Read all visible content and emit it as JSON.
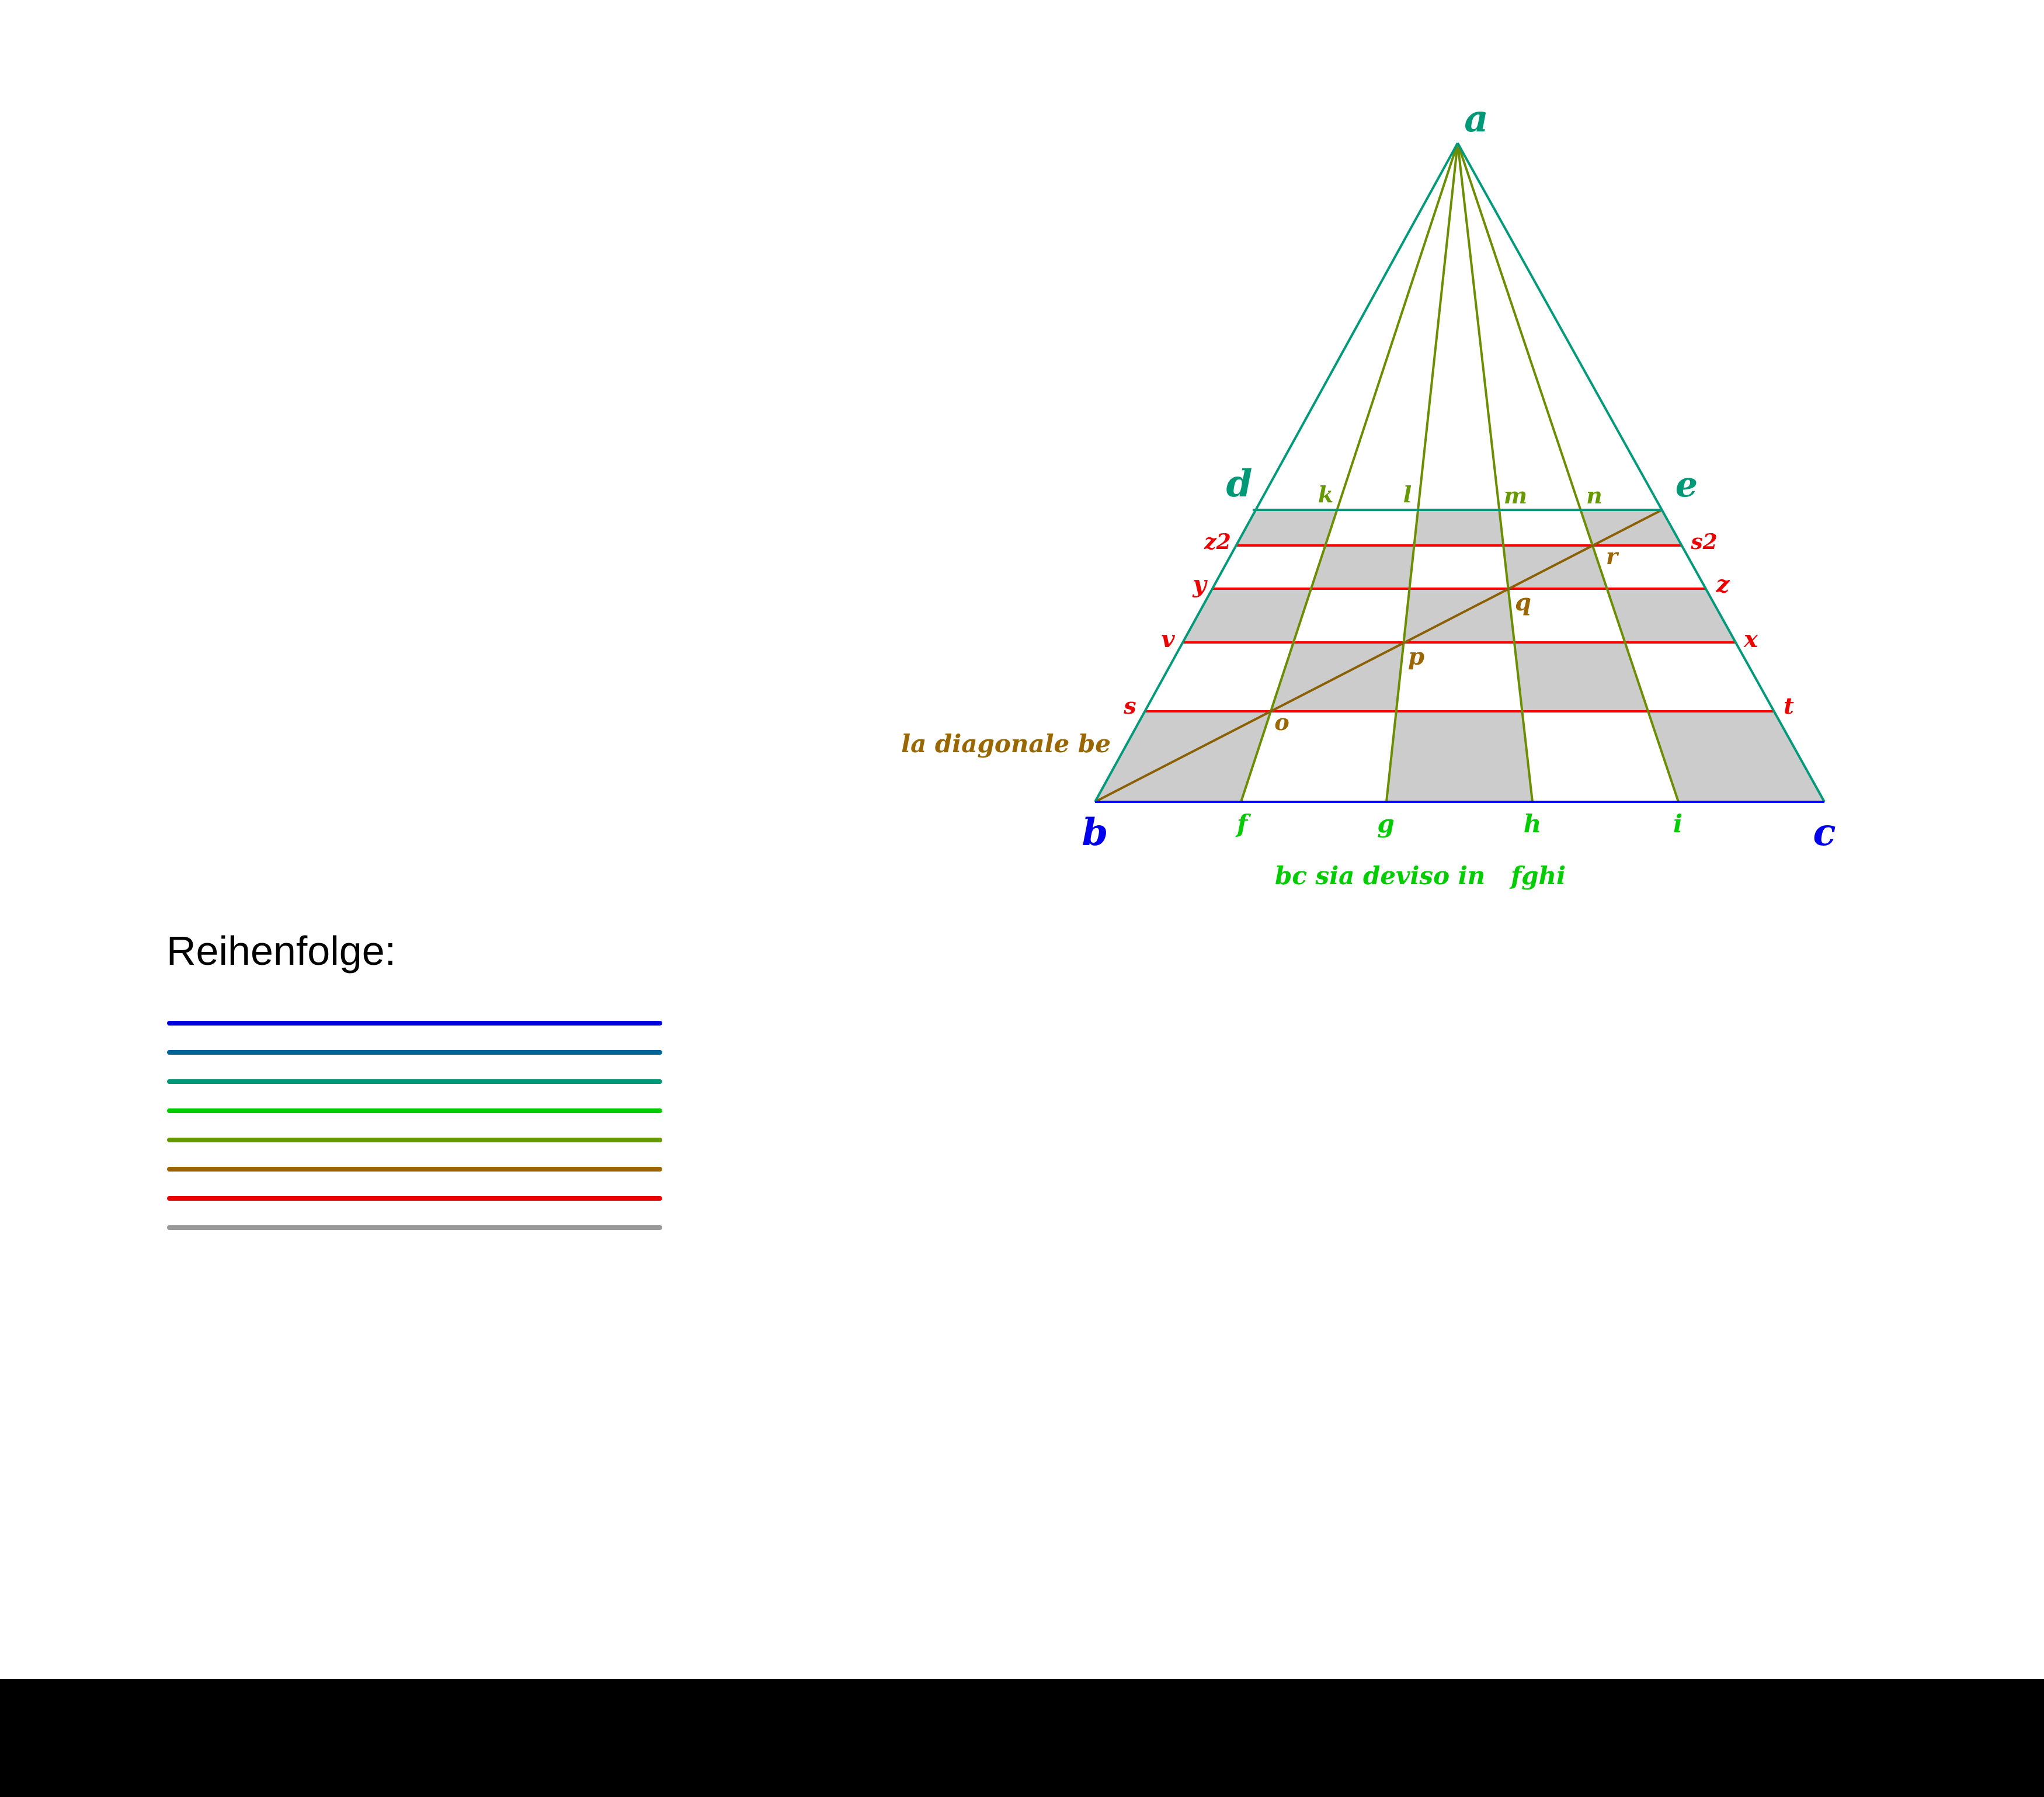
{
  "colors": {
    "blue": "#0000ff",
    "teal": "#00997a",
    "green": "#00dd00",
    "olive": "#6b8e00",
    "brown": "#8a6000",
    "red": "#ff0000",
    "gray": "#cccccc"
  },
  "diagram": {
    "labels": {
      "a": "a",
      "b": "b",
      "c": "c",
      "d": "d",
      "e": "e",
      "f": "f",
      "g": "g",
      "h": "h",
      "i": "i",
      "k": "k",
      "l": "l",
      "m": "m",
      "n": "n",
      "o": "o",
      "p": "p",
      "q": "q",
      "r": "r",
      "s": "s",
      "t": "t",
      "v": "v",
      "x": "x",
      "y": "y",
      "z": "z",
      "z2": "z2",
      "s2": "s2"
    },
    "caption_diagonal": "la diagonale be",
    "caption_base": "bc sia deviso in   fghi"
  },
  "legend": {
    "title": "Reihenfolge:",
    "line_colors": [
      "#0000dd",
      "#006699",
      "#009977",
      "#00cc00",
      "#669900",
      "#996600",
      "#ee0000",
      "#999999"
    ]
  }
}
